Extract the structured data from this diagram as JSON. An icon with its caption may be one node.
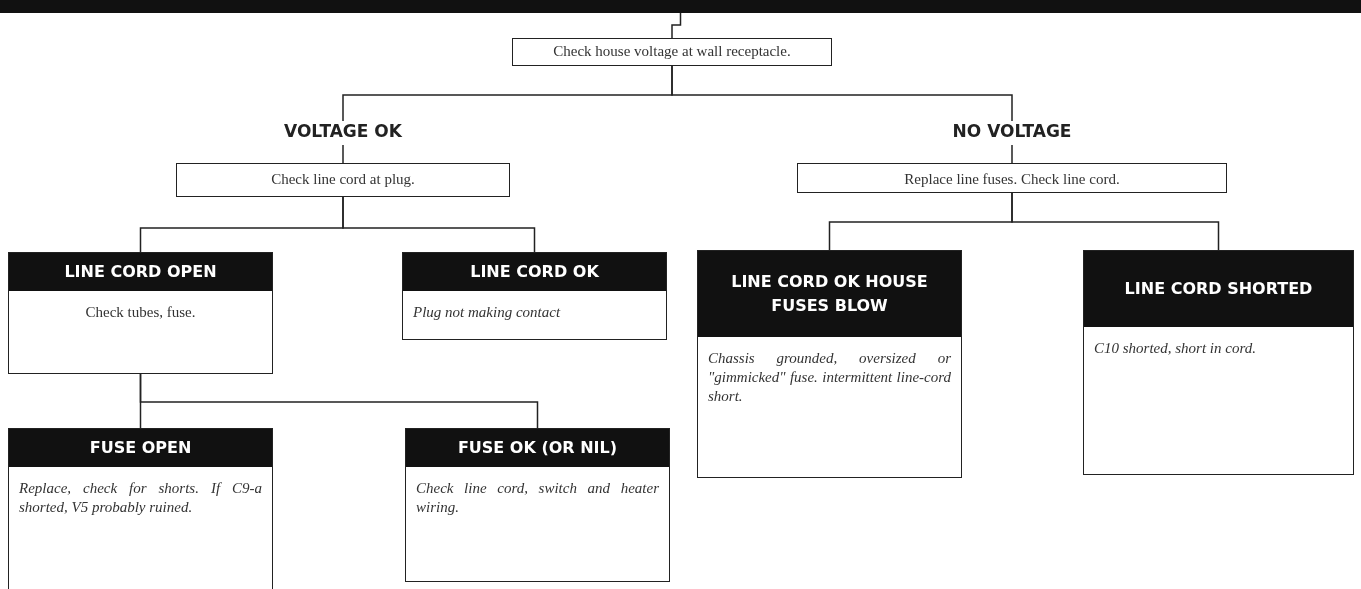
{
  "diagram": {
    "nodes": [
      {
        "text": [],
        "shape": "bar"
      },
      {
        "text": [
          "Check house voltage at wall receptacle."
        ]
      },
      {
        "text": [
          "VOLTAGE OK",
          "Check line cord at plug."
        ]
      },
      {
        "text": [
          "NO VOLTAGE",
          "Replace line fuses. Check line cord."
        ]
      },
      {
        "text": [
          "LINE CORD OPEN",
          "Check tubes, fuse."
        ]
      },
      {
        "text": [
          "LINE CORD OK",
          "Plug not making contact"
        ]
      },
      {
        "text": [
          "LINE CORD OK HOUSE FUSES BLOW",
          "Chassis grounded, oversized or \"gimmicked\" fuse. intermittent line-cord short."
        ]
      },
      {
        "text": [
          "LINE CORD SHORTED",
          "C10 shorted, short in cord."
        ]
      },
      {
        "text": [
          "FUSE OPEN",
          "Replace, check for shorts. If C9-a shorted, V5 probably ruined."
        ]
      },
      {
        "text": [
          "FUSE OK (OR NIL)",
          "Check line cord, switch and heater wiring."
        ]
      }
    ],
    "edges": [
      {
        "from": 0,
        "to": 1,
        "arrow": "none"
      },
      {
        "from": 1,
        "to": 2,
        "arrow": "none"
      },
      {
        "from": 1,
        "to": 3,
        "arrow": "none"
      },
      {
        "from": 2,
        "to": 4,
        "arrow": "none"
      },
      {
        "from": 2,
        "to": 5,
        "arrow": "none"
      },
      {
        "from": 3,
        "to": 6,
        "arrow": "none"
      },
      {
        "from": 3,
        "to": 7,
        "arrow": "none"
      },
      {
        "from": 4,
        "to": 8,
        "arrow": "none"
      },
      {
        "from": 4,
        "to": 9,
        "arrow": "none"
      }
    ]
  }
}
